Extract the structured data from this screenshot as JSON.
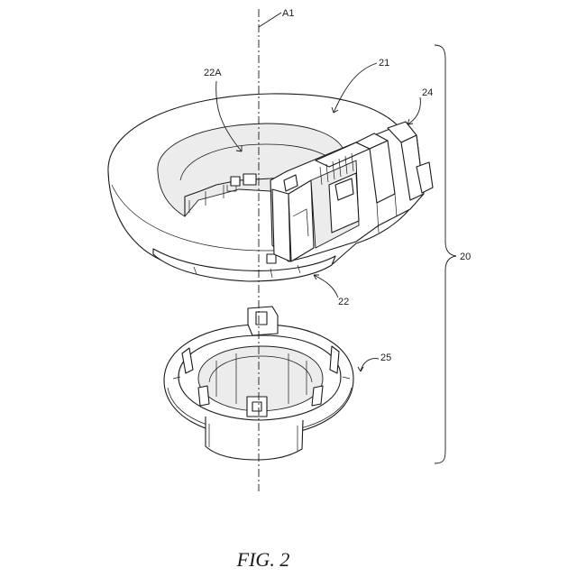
{
  "labels": {
    "axis": "A1",
    "upper_ring": "21",
    "upper_opening": "22A",
    "connector": "24",
    "upper_body": "22",
    "lower_body": "25",
    "assembly": "20"
  },
  "figure_caption": "FIG. 2"
}
